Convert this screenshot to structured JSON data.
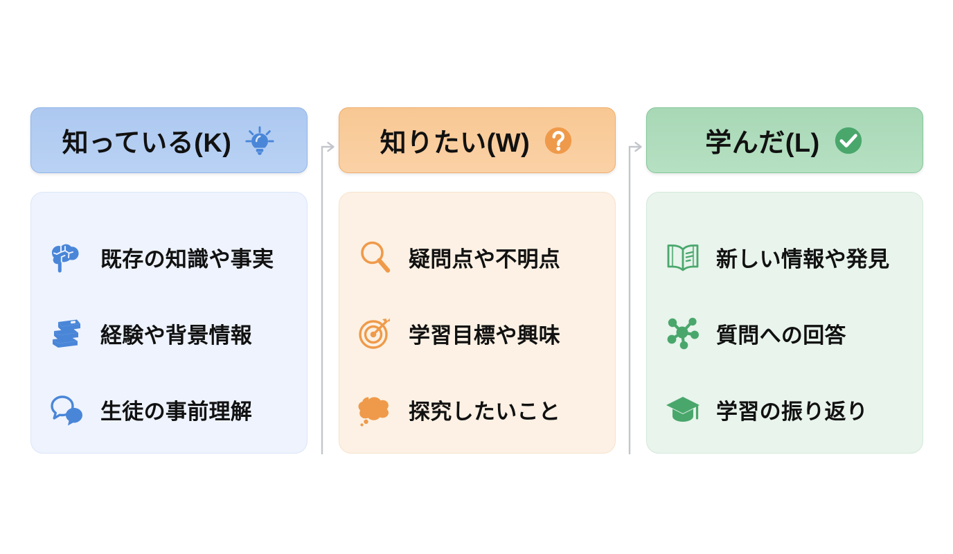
{
  "diagram": {
    "type": "kwl-chart",
    "columns": [
      {
        "key": "K",
        "header": {
          "title": "知っている(K)",
          "icon": "lightbulb-icon",
          "color": "#b9d2f4",
          "accent": "#4a86d8"
        },
        "items": [
          {
            "label": "既存の知識や事実",
            "icon": "brain-icon"
          },
          {
            "label": "経験や背景情報",
            "icon": "books-icon"
          },
          {
            "label": "生徒の事前理解",
            "icon": "speech-bubbles-icon"
          }
        ]
      },
      {
        "key": "W",
        "header": {
          "title": "知りたい(W)",
          "icon": "question-circle-icon",
          "color": "#fad1a6",
          "accent": "#ef9a4a"
        },
        "items": [
          {
            "label": "疑問点や不明点",
            "icon": "magnifier-icon"
          },
          {
            "label": "学習目標や興味",
            "icon": "target-icon"
          },
          {
            "label": "探究したいこと",
            "icon": "thought-cloud-icon"
          }
        ]
      },
      {
        "key": "L",
        "header": {
          "title": "学んだ(L)",
          "icon": "check-circle-icon",
          "color": "#b6e0c2",
          "accent": "#4aa76c"
        },
        "items": [
          {
            "label": "新しい情報や発見",
            "icon": "open-book-icon"
          },
          {
            "label": "質問への回答",
            "icon": "network-node-icon"
          },
          {
            "label": "学習の振り返り",
            "icon": "graduation-cap-icon"
          }
        ]
      }
    ],
    "connectors": [
      {
        "from": "K",
        "to": "W",
        "icon": "elbow-arrow-icon",
        "color": "#c2c6cc"
      },
      {
        "from": "W",
        "to": "L",
        "icon": "elbow-arrow-icon",
        "color": "#c2c6cc"
      }
    ]
  }
}
